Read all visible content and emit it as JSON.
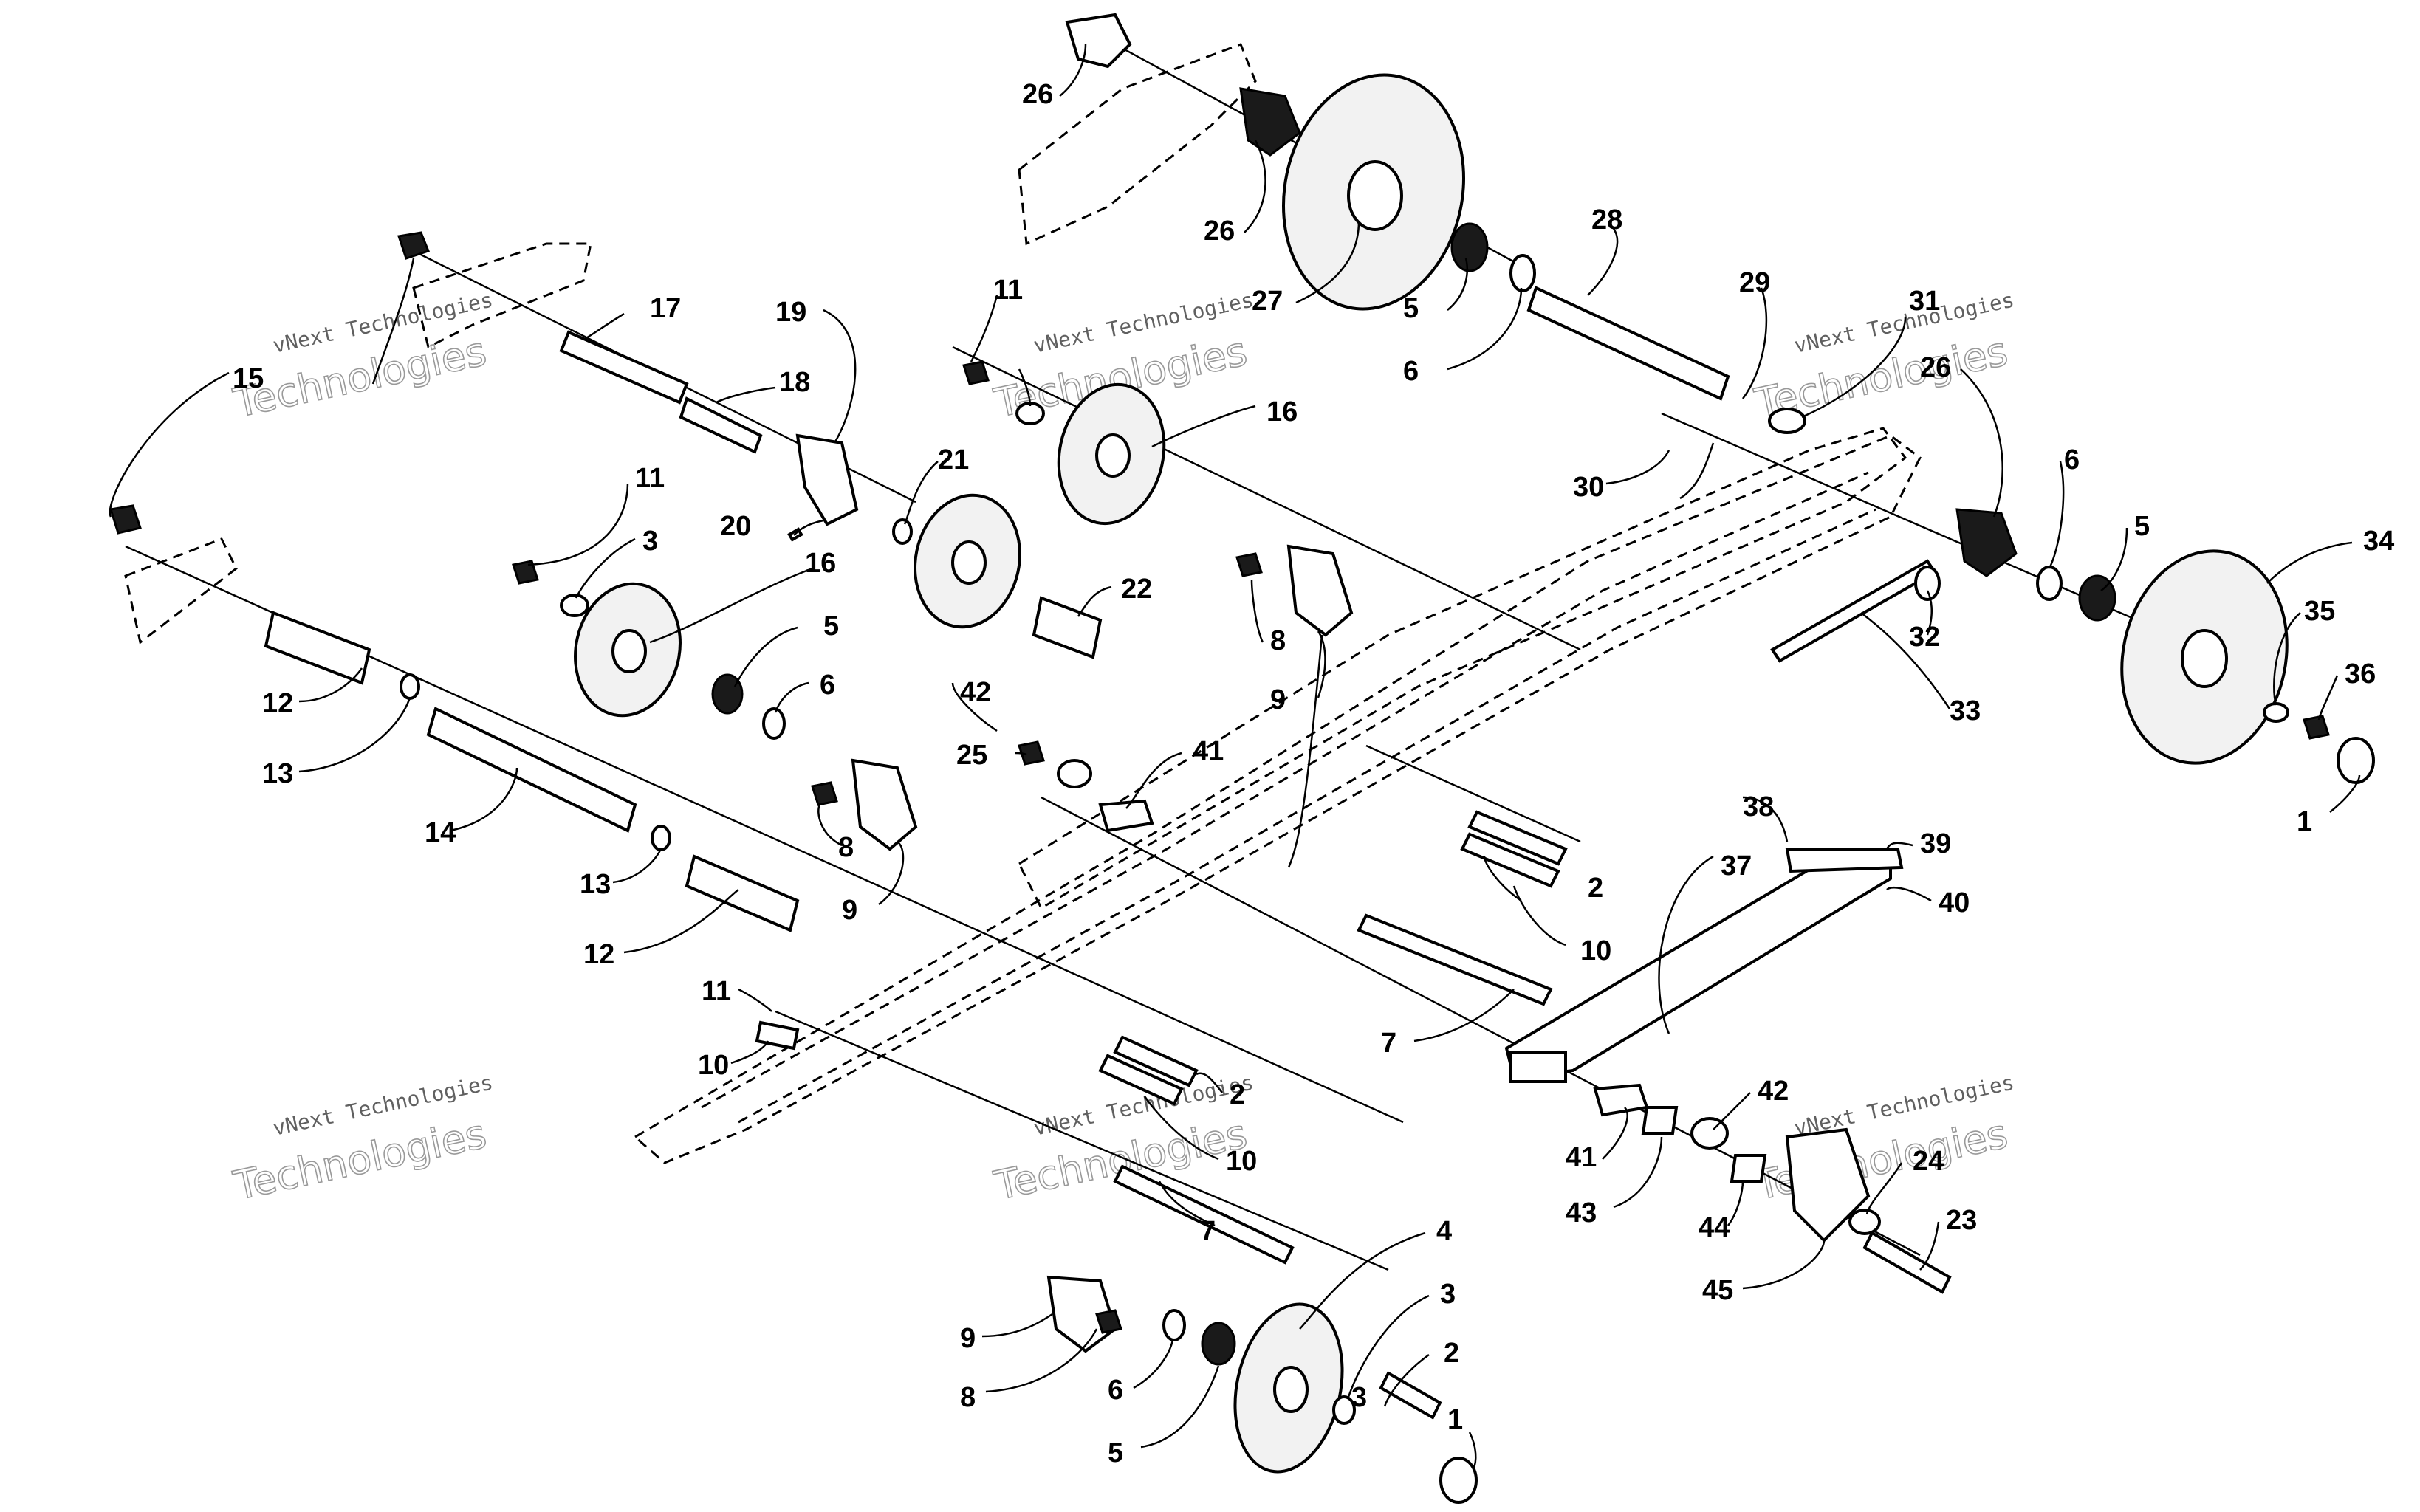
{
  "watermark": {
    "line1": "vNext Technologies",
    "line2": "Technologies"
  },
  "callouts": [
    "1",
    "1",
    "2",
    "2",
    "2",
    "3",
    "3",
    "3",
    "4",
    "5",
    "5",
    "5",
    "5",
    "6",
    "6",
    "6",
    "6",
    "7",
    "7",
    "8",
    "8",
    "8",
    "9",
    "9",
    "9",
    "10",
    "10",
    "10",
    "11",
    "11",
    "11",
    "12",
    "12",
    "13",
    "13",
    "14",
    "15",
    "16",
    "16",
    "17",
    "18",
    "19",
    "20",
    "21",
    "22",
    "23",
    "24",
    "25",
    "26",
    "26",
    "26",
    "27",
    "28",
    "29",
    "30",
    "31",
    "32",
    "33",
    "34",
    "35",
    "36",
    "37",
    "38",
    "39",
    "40",
    "41",
    "41",
    "42",
    "42",
    "43",
    "44",
    "45"
  ]
}
